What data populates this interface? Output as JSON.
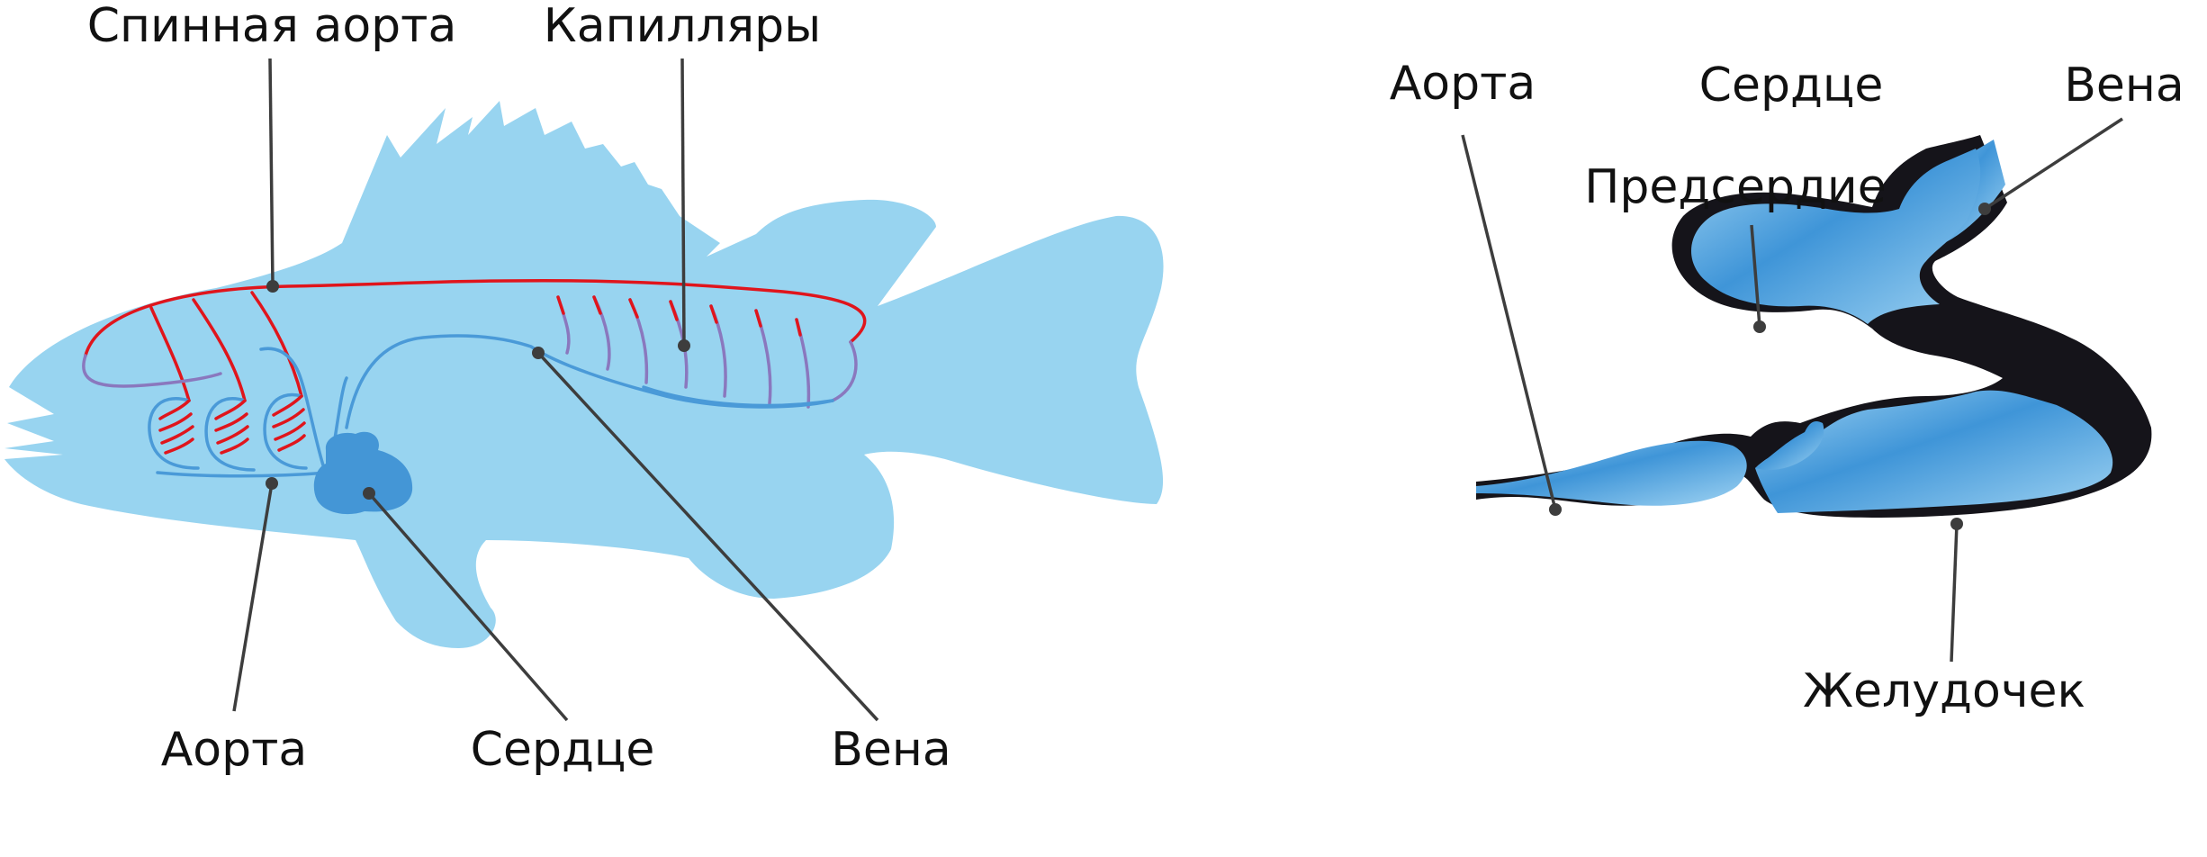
{
  "colors": {
    "fish_body": "#98d4f0",
    "artery": "#e0151c",
    "vein": "#4a9ad8",
    "capillary": "#8a78be",
    "heart_fish": "#4496d6",
    "heart_outline": "#15141a",
    "heart_light": "#9fd3f2",
    "heart_dark": "#3f95d8"
  },
  "fish_diagram": {
    "labels": {
      "dorsal_aorta": "Спинная аорта",
      "capillaries": "Капилляры",
      "aorta": "Аорта",
      "heart": "Сердце",
      "vein": "Вена"
    }
  },
  "heart_diagram": {
    "labels": {
      "aorta": "Аорта",
      "heart": "Сердце",
      "vein": "Вена",
      "atrium": "Предсердие",
      "ventricle": "Желудочек"
    }
  }
}
